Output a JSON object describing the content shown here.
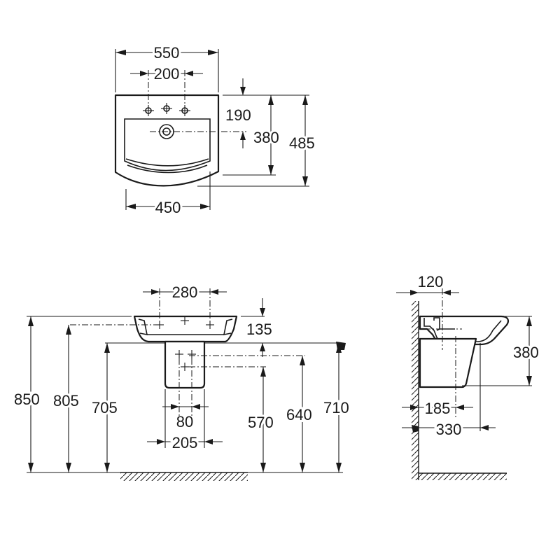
{
  "top_view": {
    "width_overall": "550",
    "tap_spacing": "200",
    "drain_offset": "190",
    "bowl_depth": "380",
    "depth_overall": "485",
    "width_bowl": "450"
  },
  "front_view": {
    "tap_spacing": "280",
    "rim_thickness": "135",
    "height_total": "850",
    "height_rim": "805",
    "height_pedestal_top": "705",
    "height_outlet_1": "570",
    "height_outlet_2": "640",
    "height_outlet_3": "710",
    "pedestal_outlet_spacing": "80",
    "pedestal_width": "205"
  },
  "side_view": {
    "wall_gap": "120",
    "height": "380",
    "pedestal_depth": "185",
    "basin_projection": "330"
  }
}
